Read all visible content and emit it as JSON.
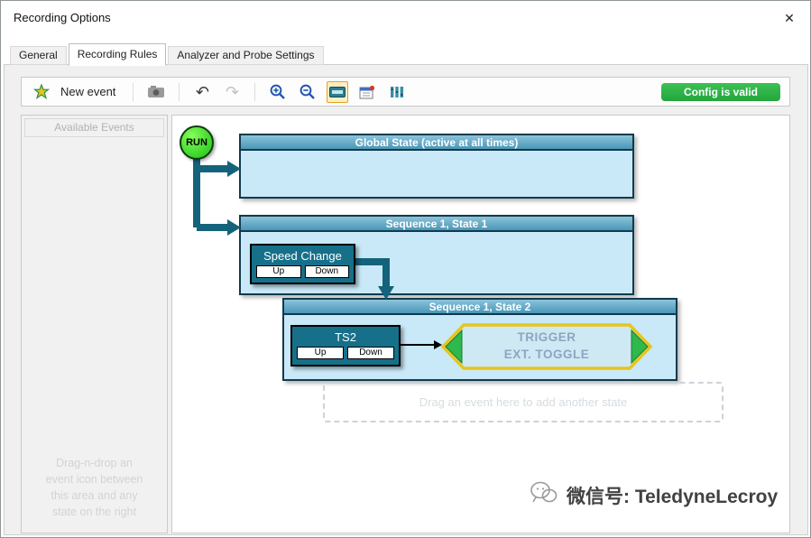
{
  "window": {
    "title": "Recording Options",
    "close_glyph": "✕"
  },
  "tabs": {
    "items": [
      {
        "label": "General"
      },
      {
        "label": "Recording Rules"
      },
      {
        "label": "Analyzer and Probe Settings"
      }
    ],
    "active_index": 1
  },
  "toolbar": {
    "new_event_label": "New event",
    "undo_glyph": "↶",
    "redo_glyph": "↷",
    "status_badge": "Config is valid"
  },
  "left_panel": {
    "header": "Available Events",
    "hint_lines": [
      "Drag-n-drop an",
      "event icon between",
      "this area and any",
      "state on the right"
    ]
  },
  "canvas": {
    "run_label": "RUN",
    "global_state": {
      "title": "Global State (active at all times)"
    },
    "state1": {
      "title": "Sequence 1, State 1",
      "event": {
        "label": "Speed Change",
        "up": "Up",
        "down": "Down"
      }
    },
    "state2": {
      "title": "Sequence 1, State 2",
      "event": {
        "label": "TS2",
        "up": "Up",
        "down": "Down"
      },
      "action_line1": "TRIGGER",
      "action_line2": "EXT. TOGGLE"
    },
    "placeholder": "Drag an event here to add another state"
  },
  "watermark": {
    "text": "微信号: TeledyneLecroy"
  },
  "colors": {
    "state_header": "#4a96b7",
    "state_body": "#c9e9f8",
    "event_fill": "#17708a",
    "arrow": "#15637a",
    "run_green": "#17c113",
    "badge_green": "#23a63c",
    "trigger_border": "#e8c51a",
    "trigger_tip_green": "#2fb84b",
    "trigger_text": "#8ba6c0"
  }
}
